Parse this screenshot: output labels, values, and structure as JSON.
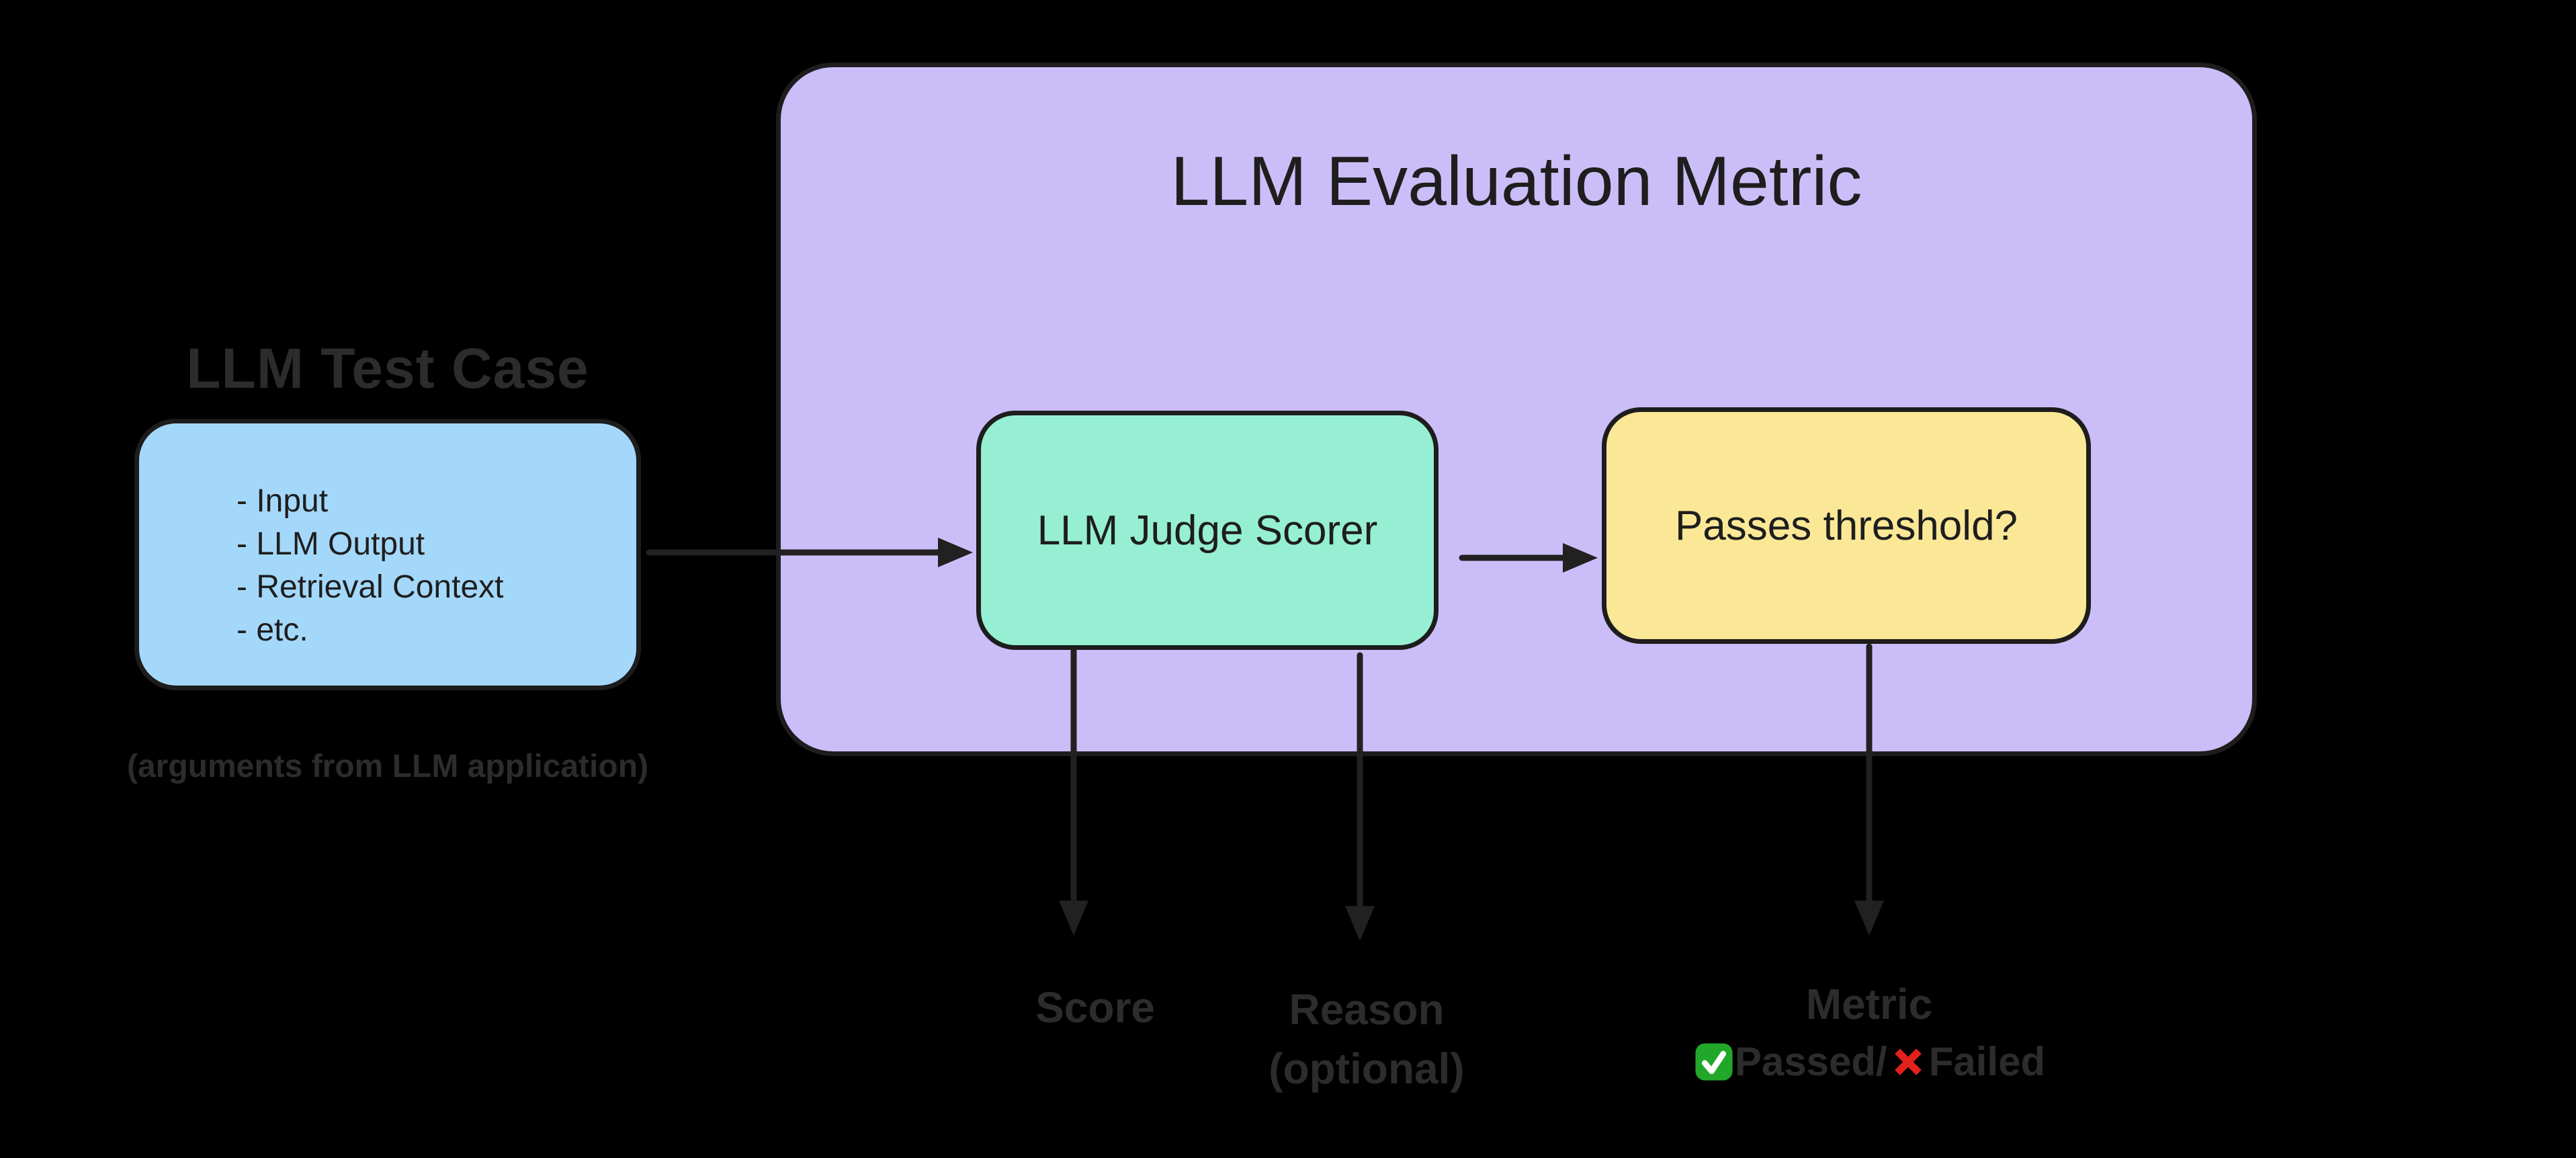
{
  "colors": {
    "background": "#000000",
    "testcase_box_fill": "#A4D8FA",
    "metric_box_fill": "#CBBEF8",
    "judge_box_fill": "#96EFD2",
    "threshold_box_fill": "#FAE896",
    "box_border": "#1D1D1D",
    "box_text": "#1E1E1E",
    "dim_text": "#2C2C2C",
    "arrow": "#212121",
    "check_green": "#21A82A",
    "check_mark_white": "#FFFFFF",
    "cross_red": "#E3201B"
  },
  "diagram": {
    "test_case": {
      "heading": "LLM Test Case",
      "items": [
        "- Input",
        "- LLM Output",
        "- Retrieval Context",
        "- etc."
      ],
      "caption": "(arguments from LLM application)"
    },
    "evaluation_metric": {
      "title": "LLM Evaluation Metric",
      "judge_scorer_label": "LLM Judge Scorer",
      "threshold_label": "Passes threshold?"
    },
    "outputs": {
      "score_label": "Score",
      "reason_label": "Reason",
      "reason_note": "(optional)",
      "metric_label": "Metric",
      "check_icon": "green-check-emoji",
      "passed_text": "Passed/",
      "cross_icon": "red-cross-emoji",
      "failed_text": "Failed"
    }
  }
}
